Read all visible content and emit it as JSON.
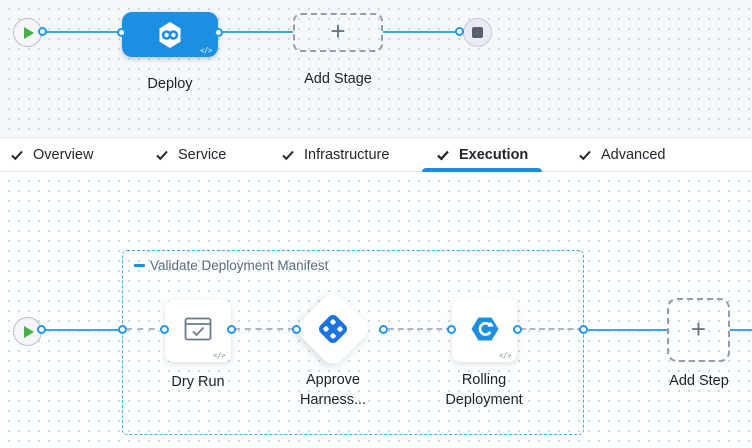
{
  "colors": {
    "primary_blue": "#1b90e3",
    "connector_blue": "#38a7e6",
    "group_border_cyan": "#33b4e2",
    "dashed_connector_gray": "#aeb6c3",
    "play_green": "#43b04a",
    "stop_slate": "#58606d",
    "active_tab_underline": "#1b8ce0",
    "node_label_color": "#1e2228",
    "group_label_color": "#5b6b7e"
  },
  "stage_graph": {
    "deploy_stage_label": "Deploy",
    "add_stage_label": "Add Stage"
  },
  "tabs": {
    "items": [
      {
        "label": "Overview",
        "active": false
      },
      {
        "label": "Service",
        "active": false
      },
      {
        "label": "Infrastructure",
        "active": false
      },
      {
        "label": "Execution",
        "active": true
      },
      {
        "label": "Advanced",
        "active": false
      }
    ]
  },
  "execution_graph": {
    "step_group_label": "Validate Deployment Manifest",
    "steps": [
      {
        "label": "Dry Run",
        "icon": "dry-run-icon"
      },
      {
        "label": "Approve Harness...",
        "icon": "approval-icon"
      },
      {
        "label": "Rolling Deployment",
        "icon": "rolling-deployment-icon"
      }
    ],
    "add_step_label": "Add Step"
  },
  "icons": {
    "code_glyph": "</>",
    "plus_glyph": "+"
  }
}
